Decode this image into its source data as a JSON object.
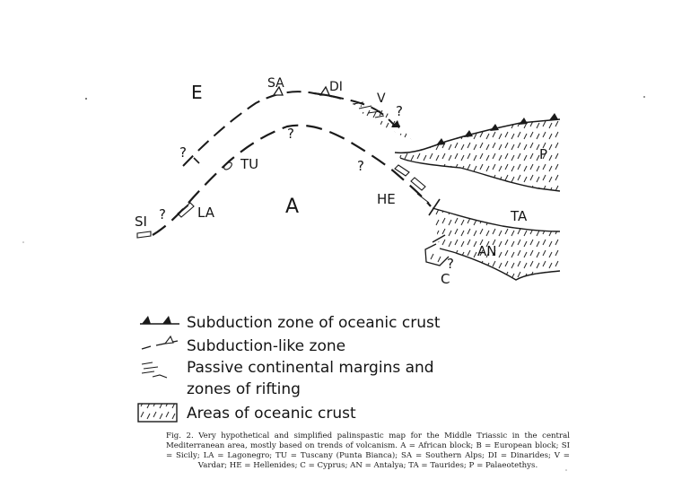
{
  "map": {
    "labels": {
      "E": "E",
      "A": "A",
      "SA": "SA",
      "DI": "DI",
      "V": "V",
      "TU": "TU",
      "LA": "LA",
      "SI": "SI",
      "HE": "HE",
      "TA": "TA",
      "AN": "AN",
      "C": "C",
      "P": "P",
      "q_top": "?",
      "q_v": "?",
      "q_left": "?",
      "q_si": "?",
      "q_he": "?",
      "q_c": "?"
    }
  },
  "legend": {
    "items": [
      {
        "symbol": "subduction-zone",
        "label": "Subduction zone of oceanic crust"
      },
      {
        "symbol": "subduction-like",
        "label": "Subduction-like zone"
      },
      {
        "symbol": "passive-margins",
        "label": "Passive continental margins and"
      },
      {
        "symbol": "none",
        "label": "zones of rifting"
      },
      {
        "symbol": "oceanic-crust",
        "label": "Areas of oceanic crust"
      }
    ]
  },
  "caption": "Fig. 2. Very hypothetical and simplified palinspastic map for the Middle Triassic in the central Mediterranean area, mostly based on trends of volcanism. A = African block; B = European block; SI = Sicily; LA = Lagonegro; TU = Tuscany (Punta Bianca); SA = Southern Alps; DI = Dinarides; V = Vardar; HE = Hellenides; C = Cyprus; AN = Antalya; TA = Taurides; P = Palaeotethys."
}
